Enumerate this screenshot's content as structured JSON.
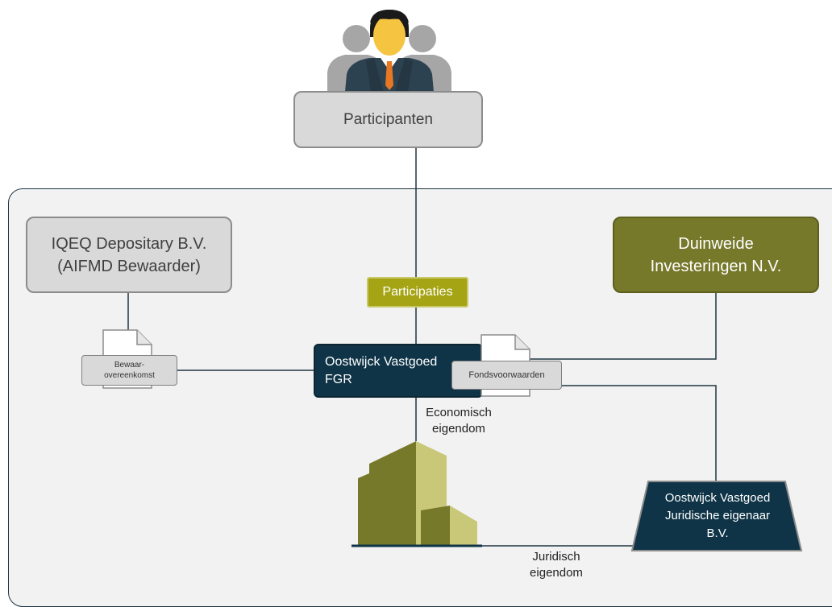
{
  "nodes": {
    "participanten": "Participanten",
    "iqeq_line1": "IQEQ Depositary B.V.",
    "iqeq_line2": "(AIFMD Bewaarder)",
    "duinweide_line1": "Duinweide",
    "duinweide_line2": "Investeringen N.V.",
    "participaties": "Participaties",
    "fgr_line1": "Oostwijck Vastgoed",
    "fgr_line2": "FGR",
    "juridische_line1": "Oostwijck Vastgoed",
    "juridische_line2": "Juridische eigenaar",
    "juridische_line3": "B.V."
  },
  "documents": {
    "bewaar_line1": "Bewaar-",
    "bewaar_line2": "overeenkomst",
    "fonds": "Fondsvoorwaarden"
  },
  "labels": {
    "economisch_line1": "Economisch",
    "economisch_line2": "eigendom",
    "juridisch_line1": "Juridisch",
    "juridisch_line2": "eigendom"
  },
  "icons": [
    "people-group-icon",
    "document-icon",
    "building-icon"
  ],
  "colors": {
    "frame_border": "#1c3443",
    "navy": "#0f3447",
    "olive": "#76782a",
    "lime": "#a5a414",
    "grey_box": "#d9d9d9"
  }
}
